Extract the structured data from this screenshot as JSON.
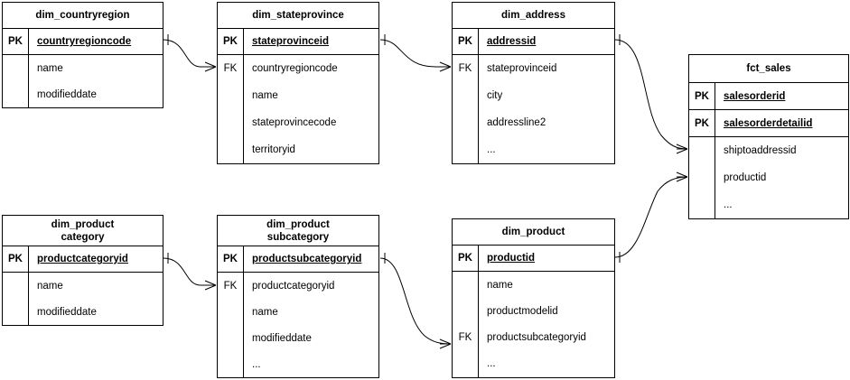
{
  "diagram": {
    "title": "star-schema-er-diagram",
    "notation": "crow's foot",
    "line_color": "#000000",
    "background": "#ffffff"
  },
  "entities": [
    {
      "id": "dim_countryregion",
      "name": "dim_countryregion",
      "title_lines": [
        "dim_countryregion"
      ],
      "key_rows": [
        {
          "key": "PK",
          "attribute": "countryregioncode"
        }
      ],
      "body_rows": [
        {
          "key": "",
          "attribute": "name"
        },
        {
          "key": "",
          "attribute": "modifieddate"
        }
      ]
    },
    {
      "id": "dim_stateprovince",
      "name": "dim_stateprovince",
      "title_lines": [
        "dim_stateprovince"
      ],
      "key_rows": [
        {
          "key": "PK",
          "attribute": "stateprovinceid"
        }
      ],
      "body_rows": [
        {
          "key": "FK",
          "attribute": "countryregioncode"
        },
        {
          "key": "",
          "attribute": "name"
        },
        {
          "key": "",
          "attribute": "stateprovincecode"
        },
        {
          "key": "",
          "attribute": "territoryid"
        }
      ]
    },
    {
      "id": "dim_address",
      "name": "dim_address",
      "title_lines": [
        "dim_address"
      ],
      "key_rows": [
        {
          "key": "PK",
          "attribute": "addressid"
        }
      ],
      "body_rows": [
        {
          "key": "FK",
          "attribute": "stateprovinceid"
        },
        {
          "key": "",
          "attribute": "city"
        },
        {
          "key": "",
          "attribute": "addressline2"
        },
        {
          "key": "",
          "attribute": "..."
        }
      ]
    },
    {
      "id": "fct_sales",
      "name": "fct_sales",
      "title_lines": [
        "fct_sales"
      ],
      "key_rows": [
        {
          "key": "PK",
          "attribute": "salesorderid"
        },
        {
          "key": "PK",
          "attribute": "salesorderdetailid"
        }
      ],
      "body_rows": [
        {
          "key": "",
          "attribute": "shiptoaddressid"
        },
        {
          "key": "",
          "attribute": "productid"
        },
        {
          "key": "",
          "attribute": "..."
        }
      ]
    },
    {
      "id": "dim_productcategory",
      "name": "dim_product category",
      "title_lines": [
        "dim_product",
        "category"
      ],
      "key_rows": [
        {
          "key": "PK",
          "attribute": "productcategoryid"
        }
      ],
      "body_rows": [
        {
          "key": "",
          "attribute": "name"
        },
        {
          "key": "",
          "attribute": "modifieddate"
        }
      ]
    },
    {
      "id": "dim_productsubcategory",
      "name": "dim_product subcategory",
      "title_lines": [
        "dim_product",
        "subcategory"
      ],
      "key_rows": [
        {
          "key": "PK",
          "attribute": "productsubcategoryid"
        }
      ],
      "body_rows": [
        {
          "key": "FK",
          "attribute": "productcategoryid"
        },
        {
          "key": "",
          "attribute": "name"
        },
        {
          "key": "",
          "attribute": "modifieddate"
        },
        {
          "key": "",
          "attribute": "..."
        }
      ]
    },
    {
      "id": "dim_product",
      "name": "dim_product",
      "title_lines": [
        "dim_product"
      ],
      "key_rows": [
        {
          "key": "PK",
          "attribute": "productid"
        }
      ],
      "body_rows": [
        {
          "key": "",
          "attribute": "name"
        },
        {
          "key": "",
          "attribute": "productmodelid"
        },
        {
          "key": "FK",
          "attribute": "productsubcategoryid"
        },
        {
          "key": "",
          "attribute": "..."
        }
      ]
    }
  ],
  "relationships": [
    {
      "id": "rel-countryregion-stateprovince",
      "from": "dim_countryregion.countryregioncode",
      "to": "dim_stateprovince.countryregioncode",
      "cardinality": "one-to-many"
    },
    {
      "id": "rel-stateprovince-address",
      "from": "dim_stateprovince.stateprovinceid",
      "to": "dim_address.stateprovinceid",
      "cardinality": "one-to-many"
    },
    {
      "id": "rel-address-sales",
      "from": "dim_address.addressid",
      "to": "fct_sales.shiptoaddressid",
      "cardinality": "one-to-many"
    },
    {
      "id": "rel-product-sales",
      "from": "dim_product.productid",
      "to": "fct_sales.productid",
      "cardinality": "one-to-many"
    },
    {
      "id": "rel-productcategory-subcategory",
      "from": "dim_productcategory.productcategoryid",
      "to": "dim_productsubcategory.productcategoryid",
      "cardinality": "one-to-many"
    },
    {
      "id": "rel-subcategory-product",
      "from": "dim_productsubcategory.productsubcategoryid",
      "to": "dim_product.productsubcategoryid",
      "cardinality": "one-to-many"
    }
  ]
}
